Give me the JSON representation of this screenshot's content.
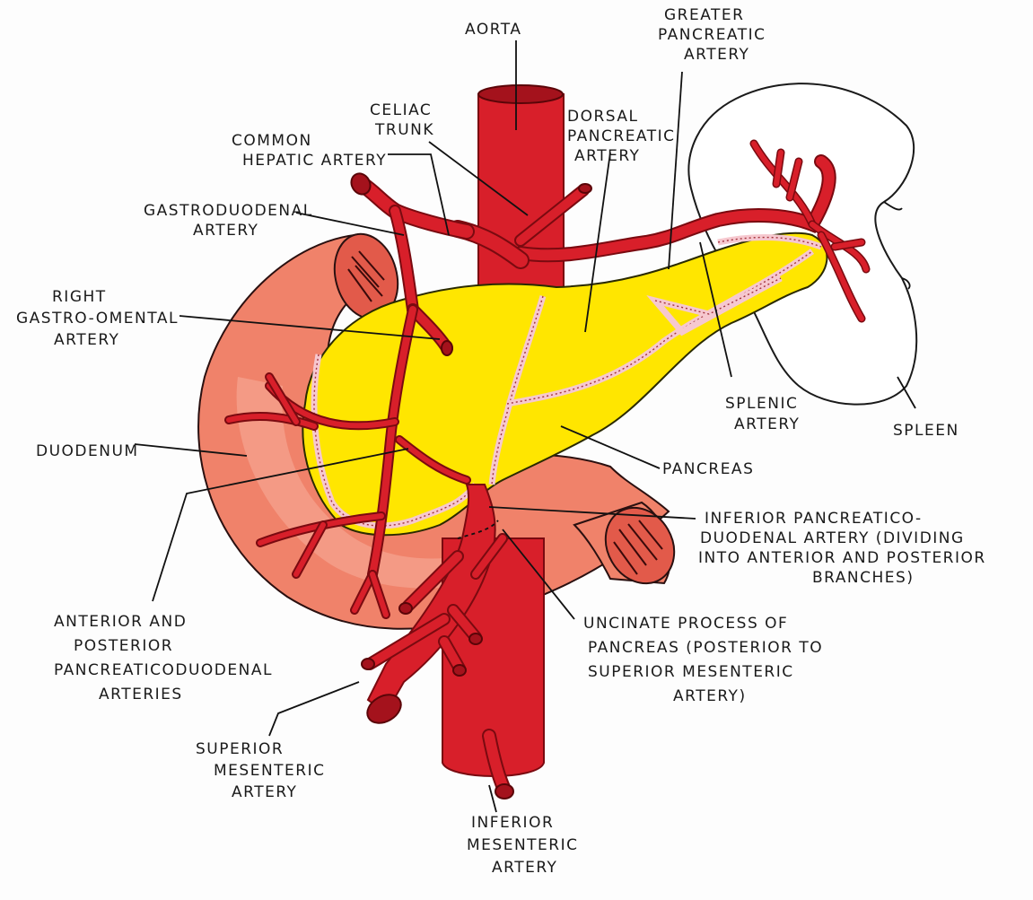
{
  "labels": {
    "aorta": "AORTA",
    "greater_pancreatic_1": "GREATER",
    "greater_pancreatic_2": "PANCREATIC",
    "greater_pancreatic_3": "ARTERY",
    "celiac_1": "CELIAC",
    "celiac_2": "TRUNK",
    "dorsal_1": "DORSAL",
    "dorsal_2": "PANCREATIC",
    "dorsal_3": "ARTERY",
    "common_hepatic_1": "COMMON",
    "common_hepatic_2": "HEPATIC ARTERY",
    "gastroduodenal_1": "GASTRODUODENAL",
    "gastroduodenal_2": "ARTERY",
    "right_go_1": "RIGHT",
    "right_go_2": "GASTRO-OMENTAL",
    "right_go_3": "ARTERY",
    "duodenum": "DUODENUM",
    "splenic_1": "SPLENIC",
    "splenic_2": "ARTERY",
    "spleen": "SPLEEN",
    "pancreas": "PANCREAS",
    "inferior_pd_1": "INFERIOR PANCREATICO-",
    "inferior_pd_2": "DUODENAL ARTERY (DIVIDING",
    "inferior_pd_3": "INTO ANTERIOR AND POSTERIOR",
    "inferior_pd_4": "BRANCHES)",
    "anterior_posterior_1": "ANTERIOR AND",
    "anterior_posterior_2": "POSTERIOR",
    "anterior_posterior_3": "PANCREATICODUODENAL",
    "anterior_posterior_4": "ARTERIES",
    "uncinate_1": "UNCINATE PROCESS OF",
    "uncinate_2": "PANCREAS (POSTERIOR TO",
    "uncinate_3": "SUPERIOR MESENTERIC",
    "uncinate_4": "ARTERY)",
    "sma_1": "SUPERIOR",
    "sma_2": "MESENTERIC",
    "sma_3": "ARTERY",
    "ima_1": "INFERIOR",
    "ima_2": "MESENTERIC",
    "ima_3": "ARTERY"
  },
  "colors": {
    "artery": "#d81f2a",
    "pancreas": "#ffe600",
    "duodenum": "#f0826a",
    "stripe": "#f6c8cf"
  }
}
